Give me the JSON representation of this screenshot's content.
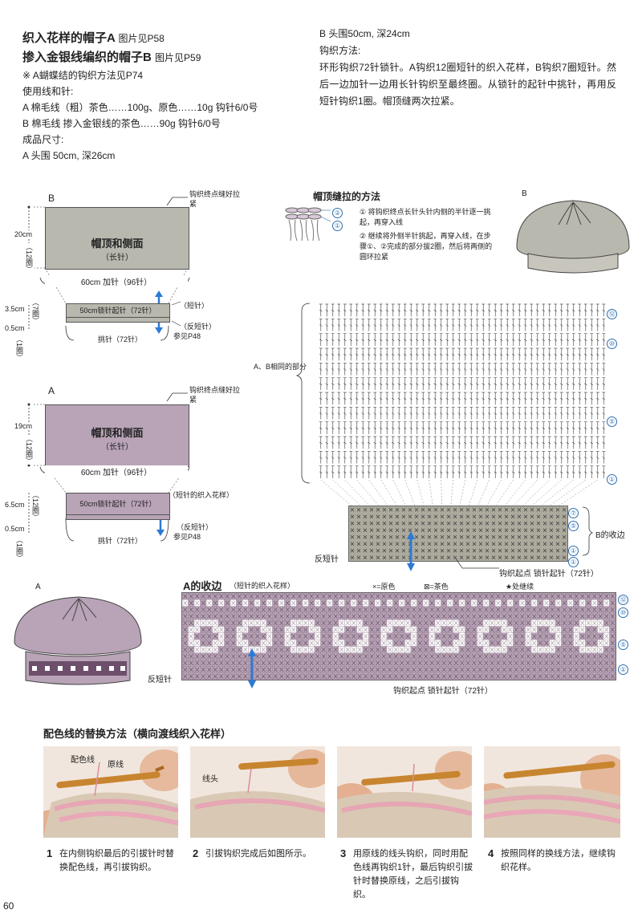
{
  "left_header": {
    "title_a": "织入花样的帽子A",
    "title_a_ref": "图片见P58",
    "title_b": "掺入金银线编织的帽子B",
    "title_b_ref": "图片见P59",
    "note": "※ A蝴蝶结的钩织方法见P74",
    "materials_label": "使用线和针:",
    "material_a": "A  棉毛线（粗）茶色……100g、原色……10g  钩针6/0号",
    "material_b": "B  棉毛线 掺入金银线的茶色……90g  钩针6/0号",
    "size_label": "成品尺寸:",
    "size_a": "A 头围 50cm, 深26cm"
  },
  "right_header": {
    "size_b": "B 头围50cm, 深24cm",
    "method_label": "钩织方法:",
    "method_text": "环形钩织72针锁针。A钩织12圈短针的织入花样，B钩织7圈短针。然后一边加针一边用长针钩织至最终圈。从锁针的起针中挑针，再用反短针钩织1圈。帽顶缝两次拉紧。"
  },
  "diagram_b": {
    "letter": "B",
    "top_note": "钩织终点缝好拉紧",
    "box_title": "帽顶和侧面",
    "box_sub": "（长针）",
    "box_bottom": "60cm 加针（96针）",
    "dim_20": "20cm",
    "dim_12": "（12圈）",
    "band_text": "50cm锁针起针（72针）",
    "dim_35": "3.5cm",
    "dim_7": "（7圈）",
    "dim_05": "0.5cm",
    "dim_1": "（1圈）",
    "label_short": "（短针）",
    "label_reverse": "（反短针）",
    "ref": "参见P48",
    "pickup": "挑针（72针）"
  },
  "diagram_a": {
    "letter": "A",
    "top_note": "钩织终点缝好拉紧",
    "box_title": "帽顶和侧面",
    "box_sub": "（长针）",
    "box_bottom": "60cm 加针（96针）",
    "dim_19": "19cm",
    "dim_12": "（12圈）",
    "band_text": "50cm锁针起针（72针）",
    "dim_65": "6.5cm",
    "dim_12b": "（12圈）",
    "dim_05": "0.5cm",
    "dim_1": "（1圈）",
    "label_pattern": "（短针的织入花样）",
    "label_reverse": "（反短针）",
    "ref": "参见P48",
    "pickup": "挑针（72针）"
  },
  "crown_method": {
    "title": "帽顶缝拉的方法",
    "step1": "① 将钩织终点长针头针内侧的半针逐一挑起，再穿入线",
    "step2": "② 继续将外侧半针挑起，再穿入线，在步骤①、②完成的部分拔2圈，然后将两侧的圆环拉紧",
    "mark1": "①",
    "mark2": "②"
  },
  "chart_b": {
    "letter": "B",
    "same_part": "A、B相同的部分",
    "row12": "⑫",
    "row10": "⑩",
    "row5": "⑤",
    "row1": "①",
    "band_row7": "⑦",
    "band_row5": "⑤",
    "band_row1": "①",
    "band_row1b": "①",
    "edge_label": "B的收边",
    "reverse": "反短针",
    "start": "钩织起点 锁针起针（72针）"
  },
  "chart_a": {
    "title": "A的收边",
    "subtitle": "（短针的织入花样）",
    "legend_x": "×=原色",
    "legend_m": "⊠=茶色",
    "join": "★处继续",
    "row12": "⑫",
    "row10": "⑩",
    "row5": "⑤",
    "row1": "①",
    "reverse": "反短针",
    "start": "钩织起点 锁针起针（72针）"
  },
  "hat_a": {
    "letter": "A"
  },
  "swap_section": {
    "title": "配色线的替换方法（横向渡线织入花样）",
    "photo1_label1": "配色线",
    "photo1_label2": "原线",
    "photo2_label": "线头",
    "steps": [
      {
        "num": "1",
        "text": "在内侧钩织最后的引拔针时替换配色线，再引拔钩织。"
      },
      {
        "num": "2",
        "text": "引拔钩织完成后如图所示。"
      },
      {
        "num": "3",
        "text": "用原线的线头钩织，同时用配色线再钩织1针，最后钩织引拔针时替换原线，之后引拔钩织。"
      },
      {
        "num": "4",
        "text": "按照同样的换线方法，继续钩织花样。"
      }
    ]
  },
  "page_number": "60",
  "colors": {
    "gray_b": "#b9b8ae",
    "purple_a": "#b9a3b7",
    "arrow_blue": "#2c7ad6",
    "chart_line": "#777777"
  }
}
